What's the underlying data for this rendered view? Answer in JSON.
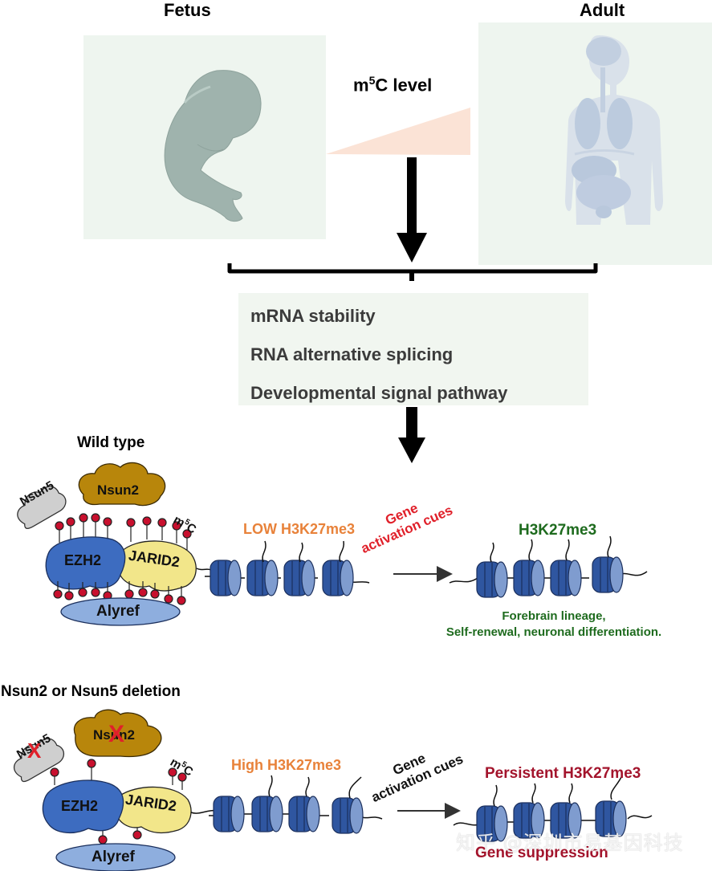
{
  "top": {
    "fetus_label": "Fetus",
    "adult_label": "Adult",
    "m5c_level": {
      "prefix": "m",
      "sup": "5",
      "suffix": "C level"
    }
  },
  "effects": {
    "items": [
      "mRNA stability",
      "RNA alternative splicing",
      "Developmental signal pathway"
    ]
  },
  "wild_type": {
    "title": "Wild type",
    "proteins": {
      "nsun2": "Nsun2",
      "nsun5": "Nsun5",
      "ezh2": "EZH2",
      "jarid2": "JARID2",
      "alyref": "Alyref"
    },
    "m5c": {
      "prefix": "m",
      "sup": "5",
      "suffix": "C"
    },
    "before_label": "LOW H3K27me3",
    "cue_line1": "Gene",
    "cue_line2": "activation cues",
    "after_label": "H3K27me3",
    "outcome_line1": "Forebrain lineage,",
    "outcome_line2": "Self-renewal, neuronal differentiation."
  },
  "deletion": {
    "title": "Nsun2 or Nsun5 deletion",
    "proteins": {
      "nsun2": "Nsun2",
      "nsun5": "Nsun5",
      "ezh2": "EZH2",
      "jarid2": "JARID2",
      "alyref": "Alyref"
    },
    "deleted_mark": "X",
    "m5c": {
      "prefix": "m",
      "sup": "5",
      "suffix": "C"
    },
    "before_label": "High H3K27me3",
    "cue_line1": "Gene",
    "cue_line2": "activation cues",
    "after_label": "Persistent H3K27me3",
    "outcome": "Gene suppression"
  },
  "watermark": "知乎 @深圳市易基因科技",
  "colors": {
    "orange_label": "#e8823a",
    "red_cue": "#e0202a",
    "green": "#1e6b1e",
    "dark_red": "#a3142c",
    "nucleosome": "#2f56a0",
    "nucleosome_face": "#7f9ccf",
    "ezh2": "#3d6cc0",
    "jarid2": "#f2e68a",
    "nsun2": "#b8860b",
    "nsun5": "#cfcfcf",
    "alyref": "#8eaede",
    "m5c_dot": "#c8102e",
    "effects_box": "#f1f6f0",
    "image_box": "#eef5ef",
    "wedge": "#fbe3d6"
  }
}
